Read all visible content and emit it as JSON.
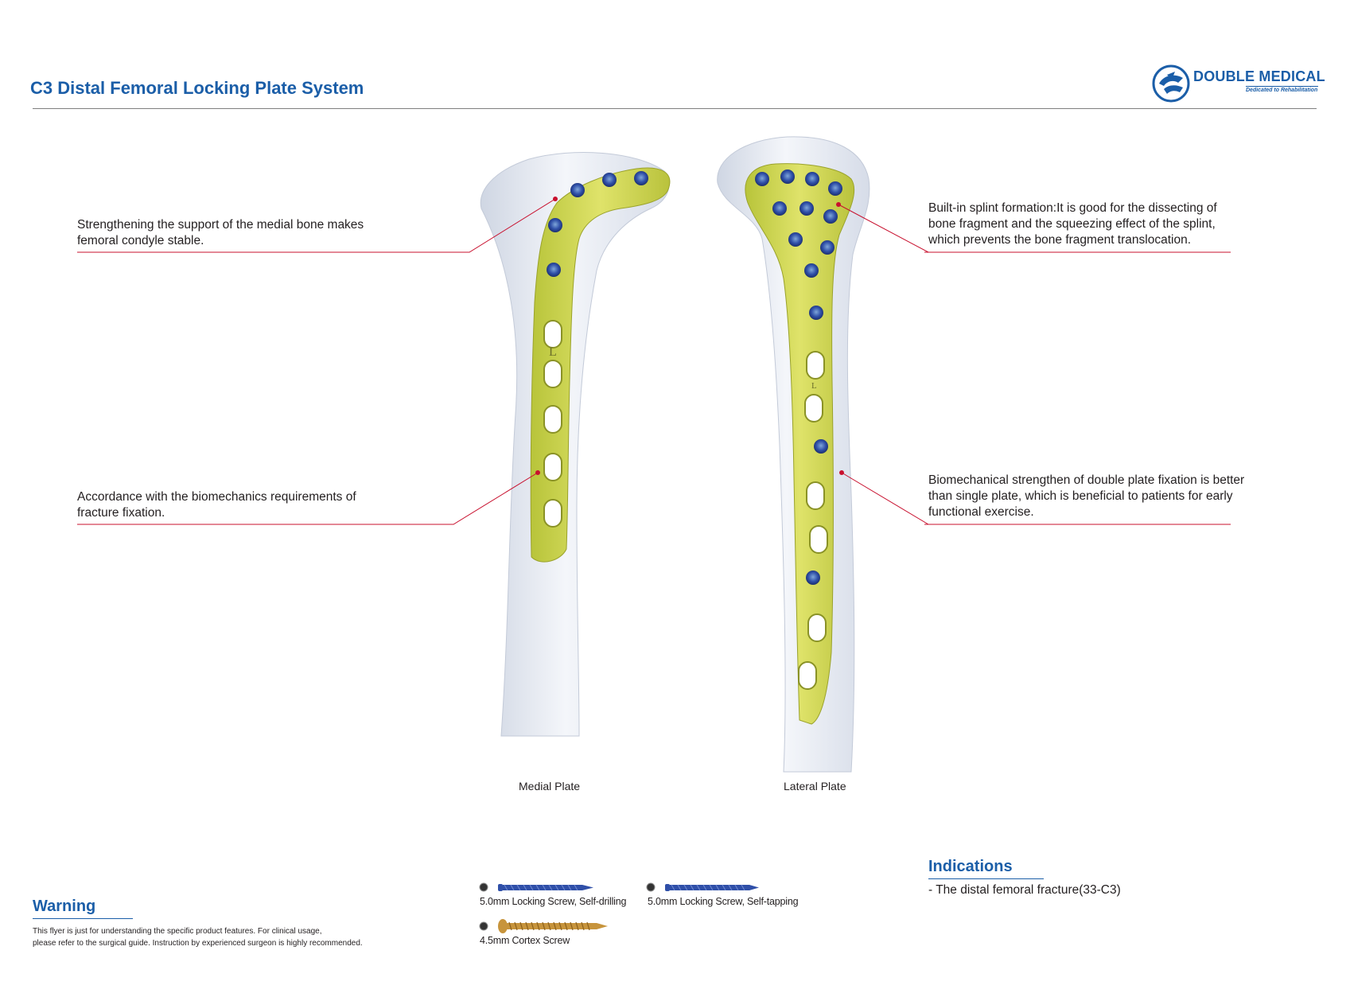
{
  "header": {
    "title": "C3 Distal Femoral Locking Plate System",
    "brand_name": "DOUBLE MEDICAL",
    "brand_tagline": "Dedicated to Rehabilitation"
  },
  "callouts": {
    "medial_top": {
      "line1": "Strengthening the support of the medial bone makes",
      "line2": "femoral condyle stable."
    },
    "medial_bottom": {
      "line1": "Accordance with the biomechanics requirements of",
      "line2": "fracture fixation."
    },
    "lateral_top": {
      "line1": "Built-in splint formation:It is good for the dissecting of",
      "line2": "bone fragment and the squeezing effect of the splint,",
      "line3": "which prevents the bone fragment translocation."
    },
    "lateral_bottom": {
      "line1": "Biomechanical strengthen of double plate fixation is better",
      "line2": "than single plate, which is beneficial to patients for early",
      "line3": "functional exercise."
    }
  },
  "images": {
    "medial_label": "Medial Plate",
    "lateral_label": "Lateral Plate",
    "medial_plate_mark": "L",
    "lateral_plate_mark": "L"
  },
  "screws": {
    "screw1": "5.0mm Locking Screw, Self-drilling",
    "screw2": "5.0mm Locking Screw, Self-tapping",
    "screw3": "4.5mm Cortex Screw"
  },
  "indications": {
    "title": "Indications",
    "item1": "- The distal femoral fracture(33-C3)"
  },
  "warning": {
    "title": "Warning",
    "line1": "This flyer is just for understanding the specific product features. For clinical usage,",
    "line2": "please refer to the surgical guide. Instruction by experienced surgeon is highly recommended."
  },
  "colors": {
    "brand_blue": "#1b5ea8",
    "callout_red": "#c8102e",
    "plate_green": "#c9d24a",
    "screw_blue": "#2f4fa8",
    "screw_gold": "#c7943c"
  }
}
